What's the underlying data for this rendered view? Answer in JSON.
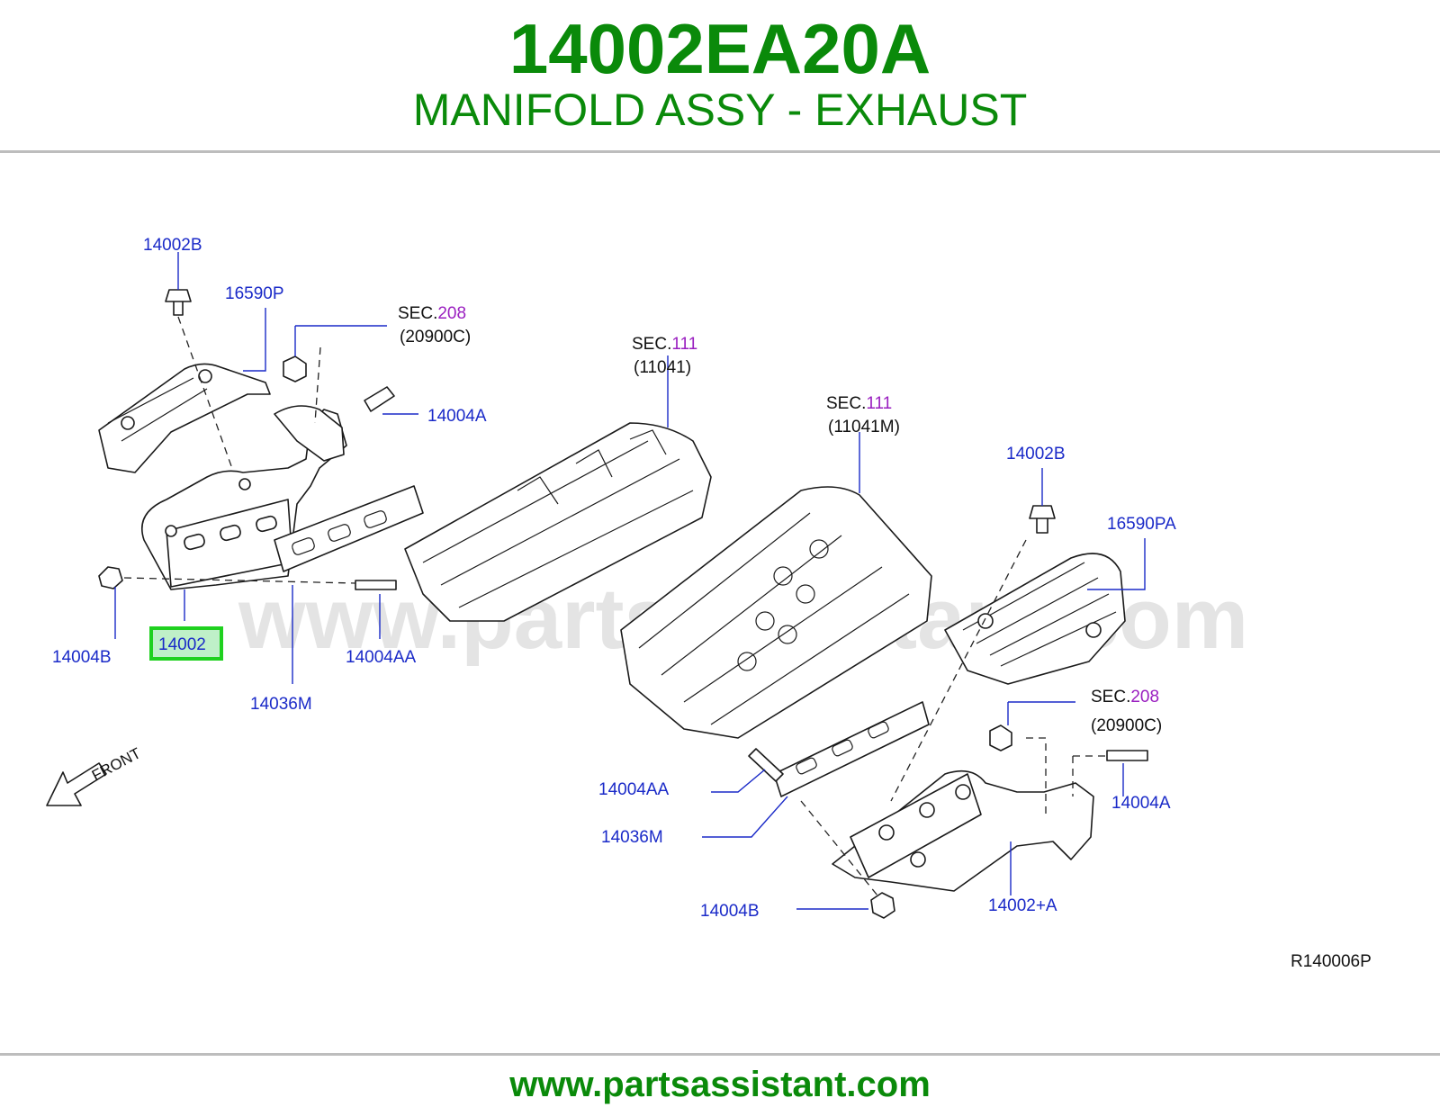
{
  "header": {
    "part_number": "14002EA20A",
    "part_name": "MANIFOLD ASSY - EXHAUST"
  },
  "diagram": {
    "watermark": "www.partsassistant.com",
    "reference_code": "R140006P",
    "front_label": "FRONT",
    "highlighted_callout": "14002",
    "labels": {
      "l_14002b_left": "14002B",
      "l_16590p": "16590P",
      "l_14004a_left": "14004A",
      "l_14004b_left": "14004B",
      "l_14004aa_left": "14004AA",
      "l_14036m_left": "14036M",
      "l_14002b_right": "14002B",
      "l_16590pa": "16590PA",
      "l_14004a_right": "14004A",
      "l_14004aa_right": "14004AA",
      "l_14036m_right": "14036M",
      "l_14004b_right": "14004B",
      "l_14002_a": "14002+A"
    },
    "sections": {
      "sec_208_left": {
        "prefix": "SEC.",
        "number": "208",
        "ref": "(20900C)"
      },
      "sec_111_a": {
        "prefix": "SEC.",
        "number": "111",
        "ref": "(11041)"
      },
      "sec_111_b": {
        "prefix": "SEC.",
        "number": "111",
        "ref": "(11041M)"
      },
      "sec_208_right": {
        "prefix": "SEC.",
        "number": "208",
        "ref": "(20900C)"
      }
    }
  },
  "footer": {
    "url": "www.partsassistant.com"
  },
  "colors": {
    "brand_green": "#0a8a0a",
    "callout_blue": "#1a2ac8",
    "section_purple": "#9a1fc0",
    "highlight_green": "#1fd11f",
    "highlight_fill": "#bff0c8"
  }
}
